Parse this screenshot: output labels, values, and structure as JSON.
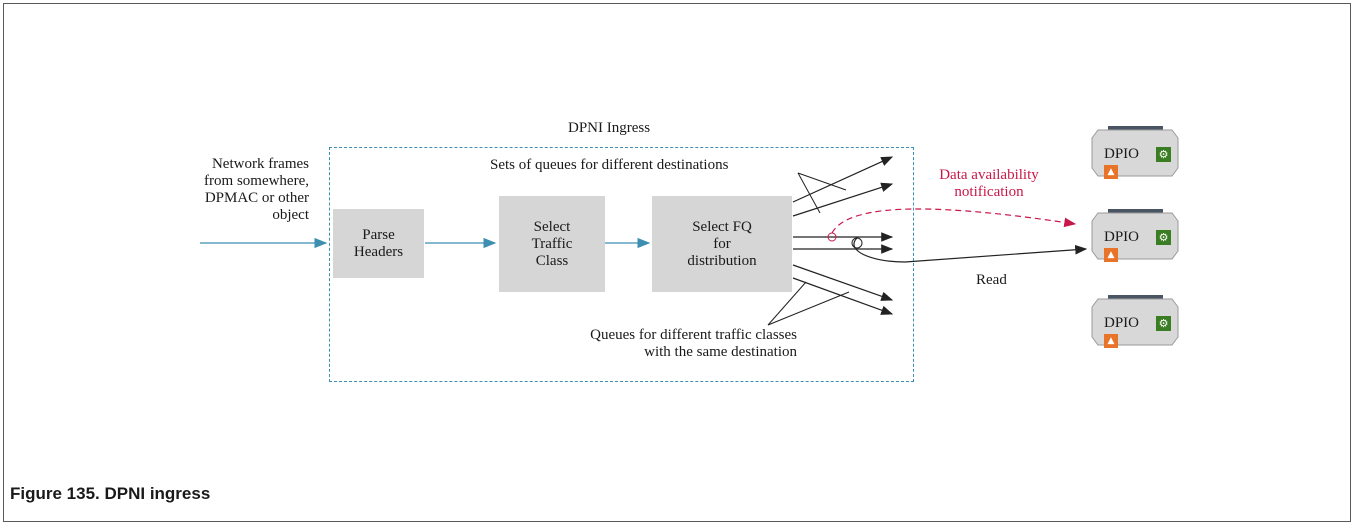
{
  "figure": {
    "caption": "Figure 135. DPNI ingress"
  },
  "diagram": {
    "ingress_title": "DPNI Ingress",
    "input_label": "Network frames\nfrom somewhere,\nDPMAC or other\nobject",
    "boxes": [
      {
        "label": "Parse\nHeaders"
      },
      {
        "label": "Select\nTraffic\nClass"
      },
      {
        "label": "Select FQ\nfor\ndistribution"
      }
    ],
    "sets_label": "Sets of queues for different destinations",
    "queues_label": "Queues for different traffic classes\nwith the same destination",
    "notification_label": "Data availability\nnotification",
    "read_label": "Read",
    "dpio_nodes": [
      {
        "label": "DPIO",
        "gear_icon": "gear-icon",
        "bell_icon": "bell-icon"
      },
      {
        "label": "DPIO",
        "gear_icon": "gear-icon",
        "bell_icon": "bell-icon"
      },
      {
        "label": "DPIO",
        "gear_icon": "gear-icon",
        "bell_icon": "bell-icon"
      }
    ],
    "colors": {
      "flow_arrow": "#3d8fb2",
      "notification": "#c8174a",
      "box_fill": "#d6d6d6",
      "gear": "#3b7d23",
      "bell": "#e8742a"
    }
  }
}
